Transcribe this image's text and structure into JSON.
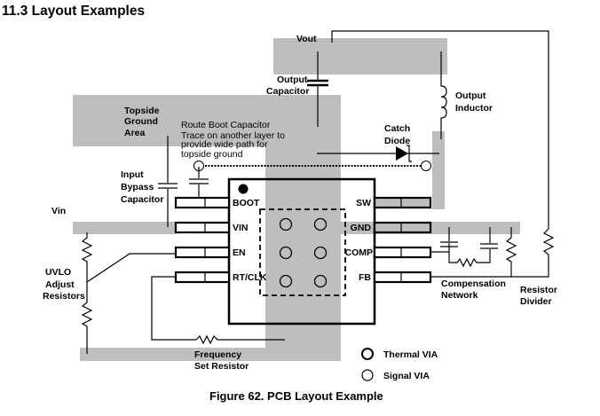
{
  "section": {
    "title": "11.3   Layout Examples"
  },
  "colors": {
    "copper": "#bebebe",
    "ink": "#000000",
    "background": "#ffffff"
  },
  "labels": {
    "vout": "Vout",
    "output_capacitor": [
      "Output",
      "Capacitor"
    ],
    "output_inductor": [
      "Output",
      "Inductor"
    ],
    "topside_ground": [
      "Topside",
      "Ground",
      "Area"
    ],
    "boot_note": [
      "Route Boot Capacitor",
      "Trace on another layer to",
      "provide wide path for",
      "topside ground"
    ],
    "catch_diode": [
      "Catch",
      "Diode"
    ],
    "input_bypass": [
      "Input",
      "Bypass",
      "Capacitor"
    ],
    "vin": "Vin",
    "uvlo": [
      "UVLO",
      "Adjust",
      "Resistors"
    ],
    "frequency_resistor": [
      "Frequency",
      "Set Resistor"
    ],
    "compensation": [
      "Compensation",
      "Network"
    ],
    "resistor_divider": [
      "Resistor",
      "Divider"
    ]
  },
  "ic": {
    "left_pins": [
      "BOOT",
      "VIN",
      "EN",
      "RT/CLK"
    ],
    "right_pins": [
      "SW",
      "GND",
      "COMP",
      "FB"
    ]
  },
  "legend": [
    {
      "icon": "thermal-via-icon",
      "label": "Thermal VIA"
    },
    {
      "icon": "signal-via-icon",
      "label": "Signal VIA"
    }
  ],
  "caption": "Figure 62.  PCB Layout Example"
}
